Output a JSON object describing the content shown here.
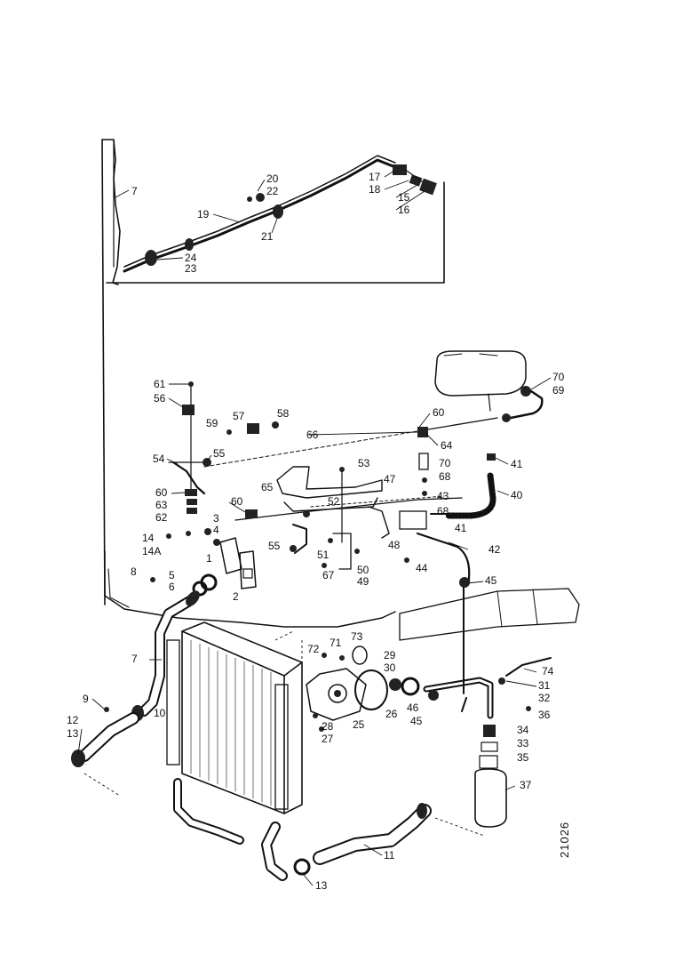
{
  "figure_number": "21026",
  "callouts": [
    {
      "id": "c7a",
      "text": "7"
    },
    {
      "id": "c20",
      "text": "20"
    },
    {
      "id": "c22",
      "text": "22"
    },
    {
      "id": "c19",
      "text": "19"
    },
    {
      "id": "c21",
      "text": "21"
    },
    {
      "id": "c17",
      "text": "17"
    },
    {
      "id": "c18",
      "text": "18"
    },
    {
      "id": "c15",
      "text": "15"
    },
    {
      "id": "c16",
      "text": "16"
    },
    {
      "id": "c24",
      "text": "24"
    },
    {
      "id": "c23",
      "text": "23"
    },
    {
      "id": "c70a",
      "text": "70"
    },
    {
      "id": "c69",
      "text": "69"
    },
    {
      "id": "c61",
      "text": "61"
    },
    {
      "id": "c56",
      "text": "56"
    },
    {
      "id": "c59",
      "text": "59"
    },
    {
      "id": "c57",
      "text": "57"
    },
    {
      "id": "c58",
      "text": "58"
    },
    {
      "id": "c66",
      "text": "66"
    },
    {
      "id": "c60a",
      "text": "60"
    },
    {
      "id": "c64",
      "text": "64"
    },
    {
      "id": "c54",
      "text": "54"
    },
    {
      "id": "c55a",
      "text": "55"
    },
    {
      "id": "c53",
      "text": "53"
    },
    {
      "id": "c70b",
      "text": "70"
    },
    {
      "id": "c68a",
      "text": "68"
    },
    {
      "id": "c41a",
      "text": "41"
    },
    {
      "id": "c47",
      "text": "47"
    },
    {
      "id": "c65",
      "text": "65"
    },
    {
      "id": "c40",
      "text": "40"
    },
    {
      "id": "c60b",
      "text": "60"
    },
    {
      "id": "c63",
      "text": "63"
    },
    {
      "id": "c62",
      "text": "62"
    },
    {
      "id": "c60c",
      "text": "60"
    },
    {
      "id": "c52",
      "text": "52"
    },
    {
      "id": "c43",
      "text": "43"
    },
    {
      "id": "c68b",
      "text": "68"
    },
    {
      "id": "c41b",
      "text": "41"
    },
    {
      "id": "c3",
      "text": "3"
    },
    {
      "id": "c4",
      "text": "4"
    },
    {
      "id": "c14",
      "text": "14"
    },
    {
      "id": "c14A",
      "text": "14A"
    },
    {
      "id": "c48",
      "text": "48"
    },
    {
      "id": "c42",
      "text": "42"
    },
    {
      "id": "c55b",
      "text": "55"
    },
    {
      "id": "c51",
      "text": "51"
    },
    {
      "id": "c50",
      "text": "50"
    },
    {
      "id": "c67",
      "text": "67"
    },
    {
      "id": "c49",
      "text": "49"
    },
    {
      "id": "c44",
      "text": "44"
    },
    {
      "id": "c1",
      "text": "1"
    },
    {
      "id": "c8",
      "text": "8"
    },
    {
      "id": "c5",
      "text": "5"
    },
    {
      "id": "c6",
      "text": "6"
    },
    {
      "id": "c2",
      "text": "2"
    },
    {
      "id": "c45a",
      "text": "45"
    },
    {
      "id": "c7b",
      "text": "7"
    },
    {
      "id": "c72",
      "text": "72"
    },
    {
      "id": "c71",
      "text": "71"
    },
    {
      "id": "c73",
      "text": "73"
    },
    {
      "id": "c29",
      "text": "29"
    },
    {
      "id": "c30",
      "text": "30"
    },
    {
      "id": "c74",
      "text": "74"
    },
    {
      "id": "c31",
      "text": "31"
    },
    {
      "id": "c32",
      "text": "32"
    },
    {
      "id": "c9",
      "text": "9"
    },
    {
      "id": "c10",
      "text": "10"
    },
    {
      "id": "c46",
      "text": "46"
    },
    {
      "id": "c36",
      "text": "36"
    },
    {
      "id": "c12",
      "text": "12"
    },
    {
      "id": "c13a",
      "text": "13"
    },
    {
      "id": "c28",
      "text": "28"
    },
    {
      "id": "c25",
      "text": "25"
    },
    {
      "id": "c26",
      "text": "26"
    },
    {
      "id": "c45b",
      "text": "45"
    },
    {
      "id": "c34",
      "text": "34"
    },
    {
      "id": "c27",
      "text": "27"
    },
    {
      "id": "c33",
      "text": "33"
    },
    {
      "id": "c35",
      "text": "35"
    },
    {
      "id": "c37",
      "text": "37"
    },
    {
      "id": "c11",
      "text": "11"
    },
    {
      "id": "c13b",
      "text": "13"
    }
  ]
}
